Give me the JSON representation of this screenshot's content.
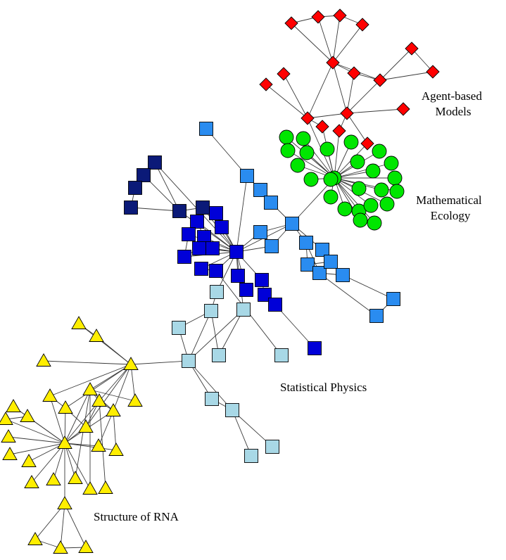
{
  "clusters": [
    {
      "id": "abm",
      "label_lines": [
        "Agent-based",
        "Models"
      ],
      "shape": "diamond",
      "color": "#ff0000"
    },
    {
      "id": "eco",
      "label_lines": [
        "Mathematical",
        "Ecology"
      ],
      "shape": "circle",
      "color": "#00e600"
    },
    {
      "id": "stat",
      "label_lines": [
        "Statistical Physics"
      ],
      "shape": "square",
      "colors": [
        "#0b1a78",
        "#0000d8",
        "#2a8cf0",
        "#a8d8e6"
      ]
    },
    {
      "id": "rna",
      "label_lines": [
        "Structure of RNA"
      ],
      "shape": "triangle",
      "color": "#ffee00"
    }
  ]
}
